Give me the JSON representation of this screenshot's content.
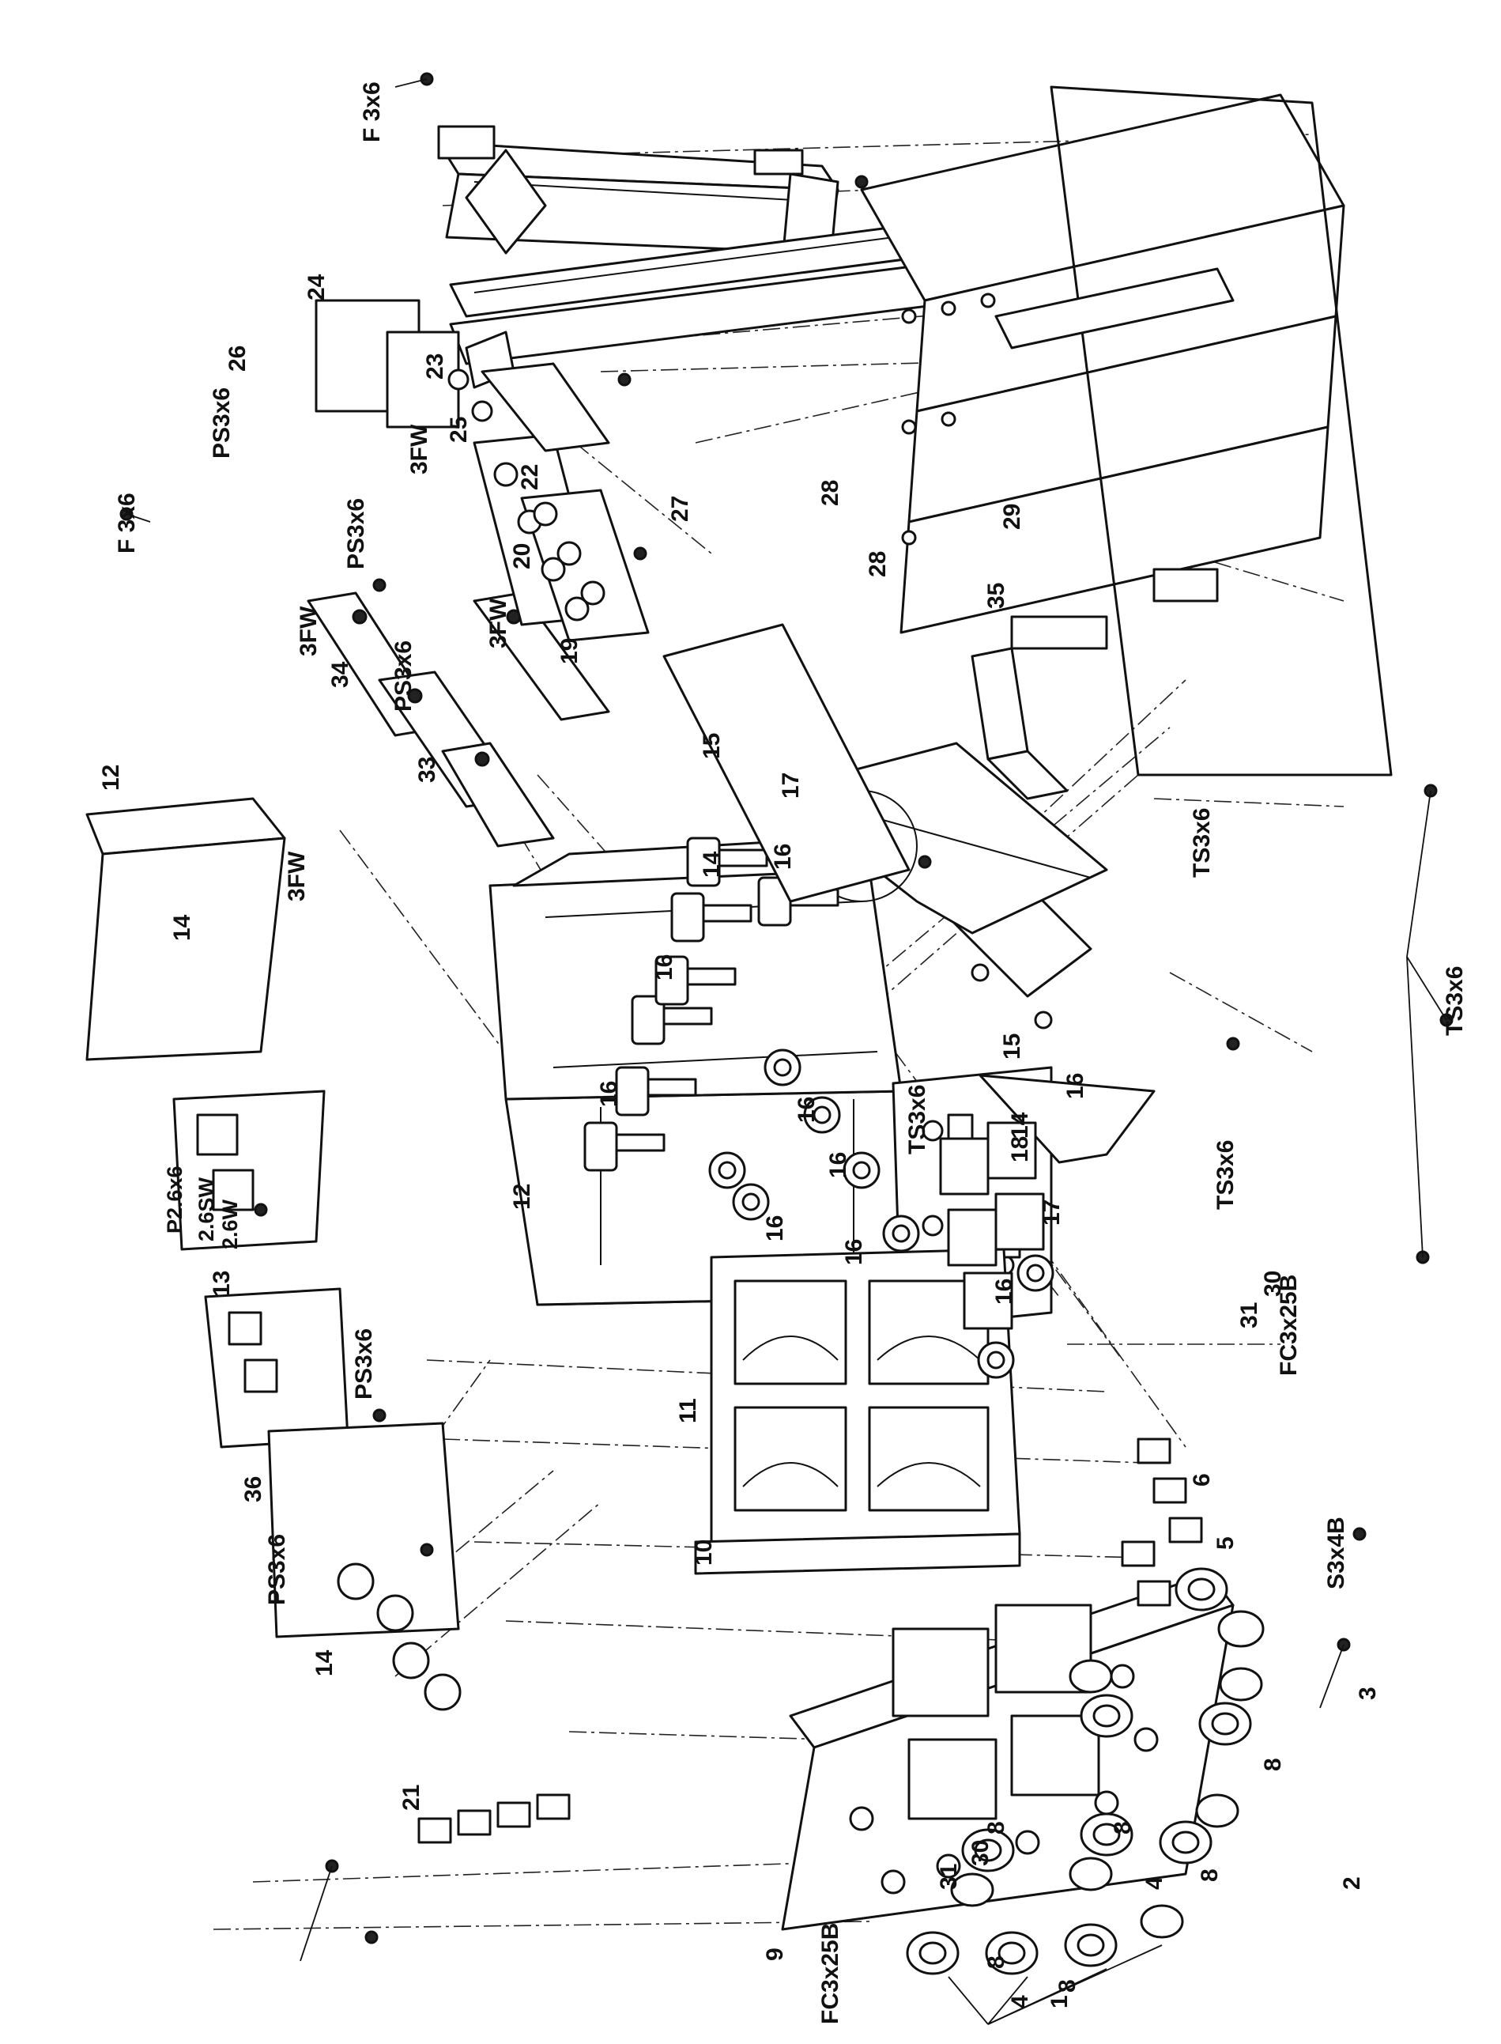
{
  "labels": {
    "l1": "1",
    "l2": "2",
    "l3": "3",
    "l4a": "4",
    "l4b": "4",
    "l5": "5",
    "l6": "6",
    "l8a": "8",
    "l8b": "8",
    "l8c": "8",
    "l8d": "8",
    "l8e": "8",
    "l8f": "8",
    "l9": "9",
    "l10": "10",
    "l11": "11",
    "l12a": "12",
    "l12b": "12",
    "l13": "13",
    "l14a": "14",
    "l14b": "14",
    "l14c": "14",
    "l14d": "14",
    "l15a": "15",
    "l15b": "15",
    "l16a": "16",
    "l16b": "16",
    "l16c": "16",
    "l16d": "16",
    "l16e": "16",
    "l16f": "16",
    "l16g": "16",
    "l16h": "16",
    "l16i": "16",
    "l17a": "17",
    "l17b": "17",
    "l18": "18",
    "l19": "19",
    "l20": "20",
    "l21": "21",
    "l22": "22",
    "l23": "23",
    "l24": "24",
    "l25": "25",
    "l26": "26",
    "l27": "27",
    "l28a": "28",
    "l28b": "28",
    "l29": "29",
    "l30a": "30",
    "l30b": "30",
    "l31a": "31",
    "l31b": "31",
    "l33": "33",
    "l34": "34",
    "l35": "35",
    "l36": "36",
    "f36a": "F 3x6",
    "f36b": "F 3x6",
    "ts36a": "TS3x6",
    "ts36b": "TS3x6",
    "ts36c": "TS3x6",
    "ts36d": "TS3x6",
    "ps36a": "PS3x6",
    "ps36b": "PS3x6",
    "ps36c": "PS3x6",
    "ps36d": "PS3x6",
    "ps36e": "PS3x6",
    "fw3a": "3FW",
    "fw3b": "3FW",
    "fw3c": "3FW",
    "fw3d": "3FW",
    "p26x6": "P2.6x6",
    "sw26": "2.6SW",
    "w26": "2.6W",
    "fc325a": "FC3x25B",
    "fc325b": "FC3x25B",
    "s34b": "S3x4B"
  }
}
